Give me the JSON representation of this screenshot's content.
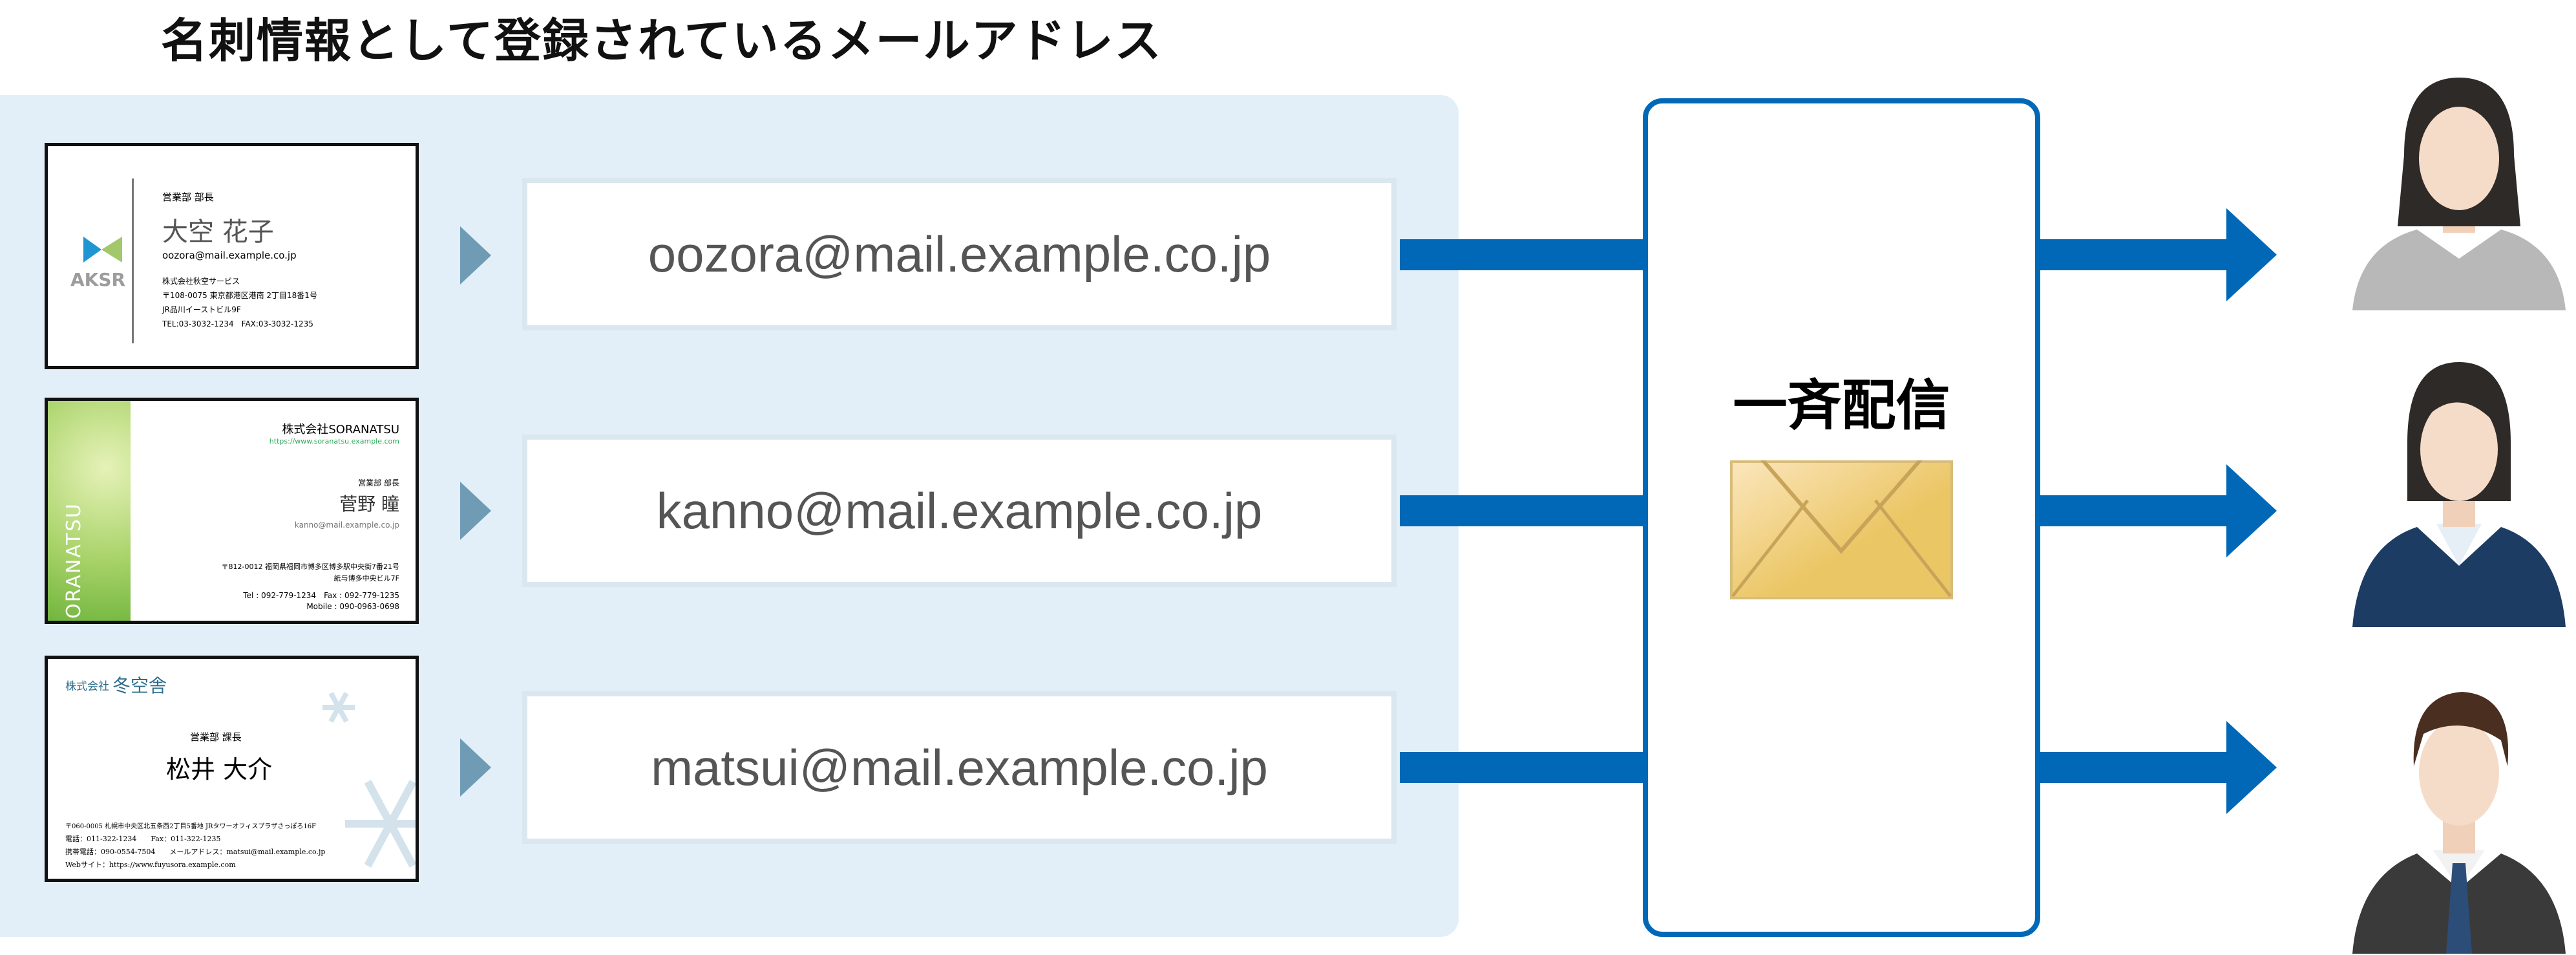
{
  "title": "名刺情報として登録されているメールアドレス",
  "cards": [
    {
      "logo": "AKSR",
      "dept": "営業部 部長",
      "name": "大空 花子",
      "email": "oozora@mail.example.co.jp",
      "company": "株式会社秋空サービス",
      "address1": "〒108-0075 東京都港区港南 2丁目18番1号",
      "address2": "JR品川イーストビル9F",
      "phone": "TEL:03-3032-1234　FAX:03-3032-1235"
    },
    {
      "company": "株式会社SORANATSU",
      "url": "https://www.soranatsu.example.com",
      "side": "SORANATSU",
      "dept": "営業部 部長",
      "name": "菅野 瞳",
      "email": "kanno@mail.example.co.jp",
      "address1": "〒812-0012 福岡県福岡市博多区博多駅中央街7番21号",
      "address2": "紙与博多中央ビル7F",
      "phone": "Tel : 092-779-1234　Fax : 092-779-1235",
      "mobile": "Mobile : 090-0963-0698"
    },
    {
      "company_prefix": "株式会社",
      "company_name": "冬空舎",
      "dept": "営業部 課長",
      "name": "松井 大介",
      "address": "〒060-0005 札幌市中央区北五条西2丁目5番地 JRタワーオフィスプラザさっぽろ16F",
      "phone": "電話：011-322-1234　　Fax：011-322-1235",
      "mobile": "携帯電話：090-0554-7504　　メールアドレス：matsui@mail.example.co.jp",
      "web": "Webサイト：https://www.fuyusora.example.com"
    }
  ],
  "emails": [
    "oozora@mail.example.co.jp",
    "kanno@mail.example.co.jp",
    "matsui@mail.example.co.jp"
  ],
  "center": {
    "label": "一斉配信",
    "icon": "envelope-icon"
  },
  "colors": {
    "accent": "#0068b7",
    "panel": "#e2eff8",
    "envelope": "#ebc664"
  }
}
